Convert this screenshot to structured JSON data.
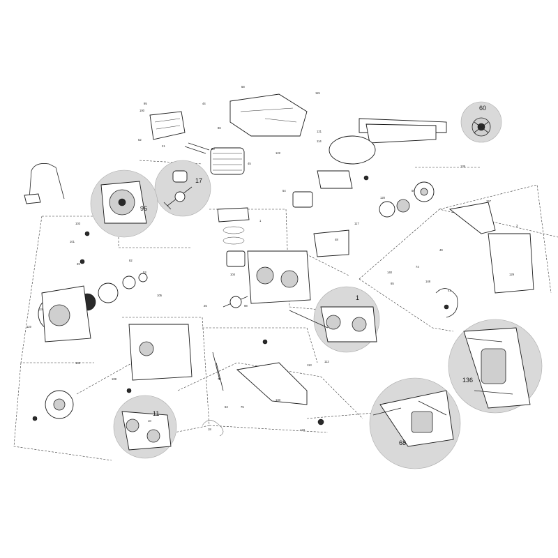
{
  "diagram": {
    "detail_callouts": [
      "60",
      "17",
      "96",
      "1",
      "136",
      "68",
      "11"
    ],
    "part_numbers": [
      "58",
      "115",
      "95",
      "100",
      "44",
      "52",
      "121",
      "21",
      "59",
      "122",
      "45",
      "114",
      "101",
      "86",
      "54",
      "103",
      "120",
      "56",
      "135",
      "157",
      "3",
      "49",
      "74",
      "65",
      "41",
      "129",
      "104",
      "48",
      "117",
      "1",
      "98",
      "124",
      "119",
      "53",
      "82",
      "140",
      "148",
      "105",
      "25",
      "112",
      "113",
      "133",
      "78",
      "75",
      "10",
      "132",
      "108",
      "123",
      "18",
      "39",
      "63"
    ]
  }
}
